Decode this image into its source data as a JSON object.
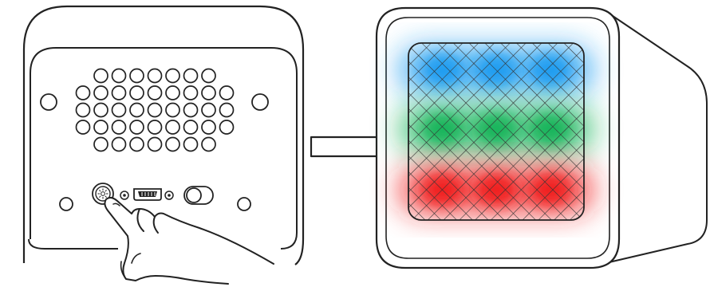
{
  "figure": {
    "left_panel": {
      "subject": "speaker-back-view",
      "grille_rows": [
        7,
        9,
        9,
        9,
        7
      ],
      "controls": [
        "light-button",
        "indicator-led",
        "micro-usb-port",
        "indicator-led",
        "power-switch"
      ],
      "action": "finger-pressing-light-button"
    },
    "arrow": {
      "direction": "right"
    },
    "right_panel": {
      "subject": "speaker-front-view-lit",
      "glow_colors": [
        {
          "name": "blue",
          "hex": "#1e9cf0"
        },
        {
          "name": "green",
          "hex": "#14b45a"
        },
        {
          "name": "red",
          "hex": "#f01e1e"
        }
      ]
    },
    "stroke_color": "#222222"
  }
}
